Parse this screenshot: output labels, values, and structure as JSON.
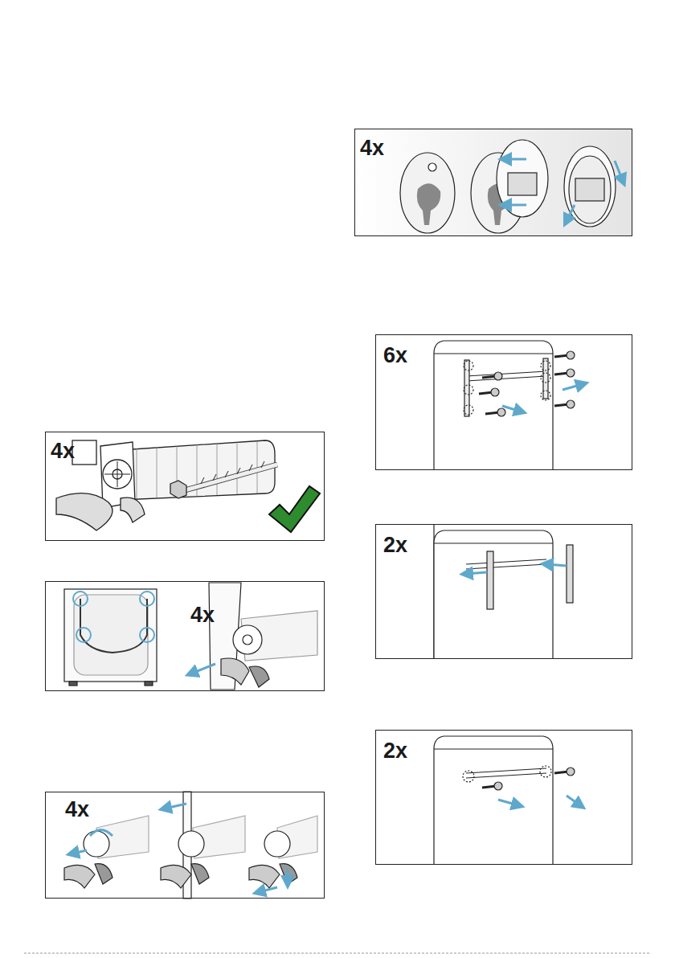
{
  "diagram": {
    "nodes": [
      {
        "text": [
          "4x"
        ]
      },
      {
        "text": [
          "4x"
        ]
      },
      {
        "text": [
          "4x"
        ]
      },
      {
        "text": [
          "4x"
        ]
      },
      {
        "text": [
          "6x"
        ]
      },
      {
        "text": [
          "2x"
        ]
      },
      {
        "text": [
          "2x"
        ]
      }
    ]
  }
}
